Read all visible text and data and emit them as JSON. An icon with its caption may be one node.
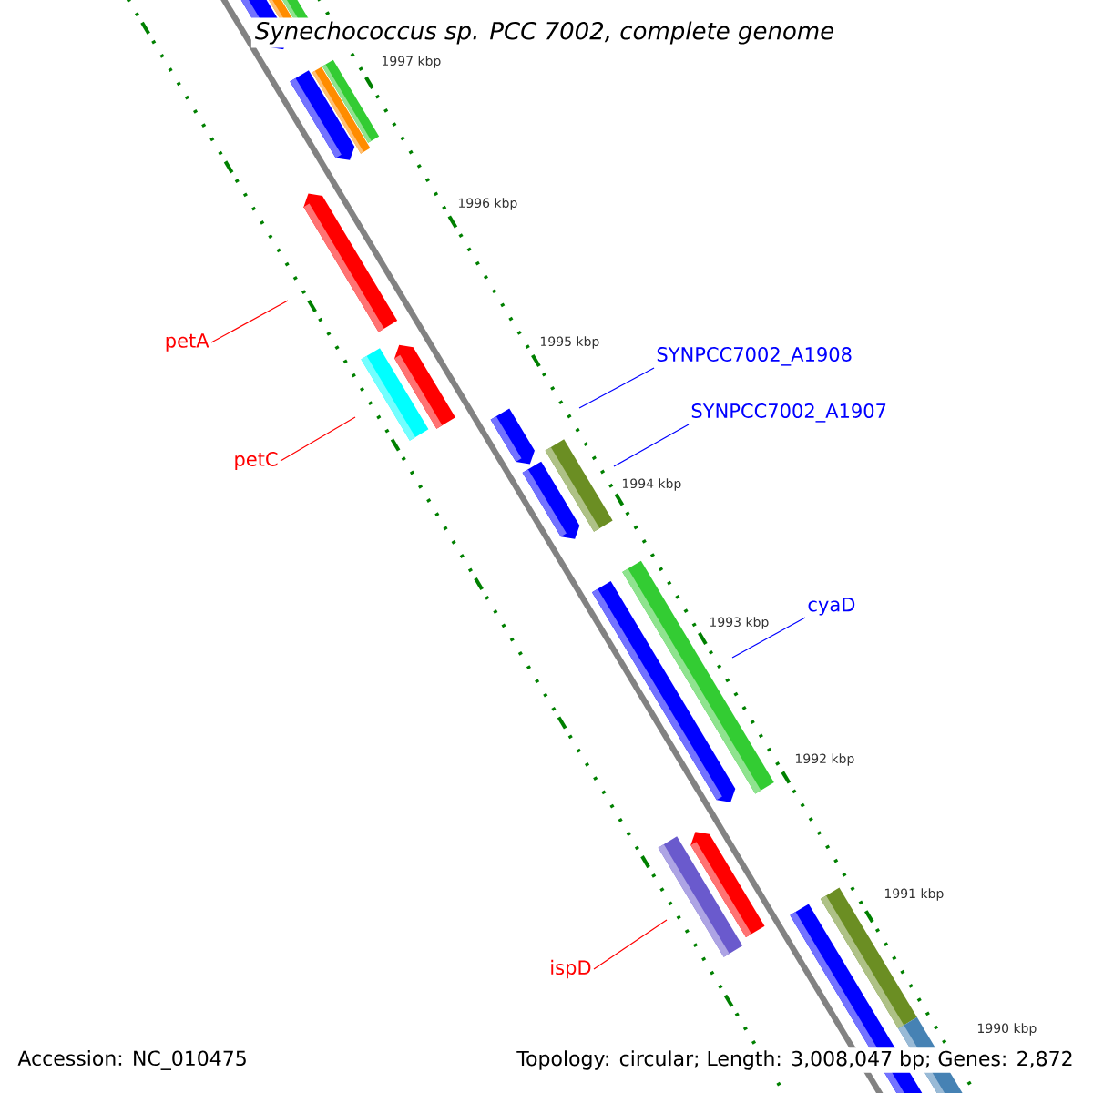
{
  "diagram": {
    "title": "Synechococcus sp. PCC 7002, complete genome",
    "nodes": [
      {
        "text": [
          "petA"
        ]
      },
      {
        "text": [
          "petC"
        ]
      },
      {
        "text": [
          "SYNPCC7002_A1908"
        ]
      },
      {
        "text": [
          "SYNPCC7002_A1907"
        ]
      },
      {
        "text": [
          "cyaD"
        ]
      },
      {
        "text": [
          "ispD"
        ]
      }
    ],
    "edges": [
      {
        "from": 0,
        "to": null,
        "arrow": "none",
        "color": "#ff0000"
      },
      {
        "from": 1,
        "to": null,
        "arrow": "none",
        "color": "#ff0000"
      },
      {
        "from": 2,
        "to": null,
        "arrow": "none",
        "color": "#0000ff"
      },
      {
        "from": 3,
        "to": null,
        "arrow": "none",
        "color": "#0000ff"
      },
      {
        "from": 4,
        "to": null,
        "arrow": "none",
        "color": "#0000ff"
      },
      {
        "from": 5,
        "to": null,
        "arrow": "none",
        "color": "#ff0000"
      }
    ],
    "labels": [
      "1997 kbp",
      "1996 kbp",
      "1995 kbp",
      "1994 kbp",
      "1993 kbp",
      "1992 kbp",
      "1991 kbp",
      "1990 kbp",
      "Accession: NC_010475",
      "Topology: circular; Length: 3,008,047 bp; Genes: 2,872"
    ]
  }
}
